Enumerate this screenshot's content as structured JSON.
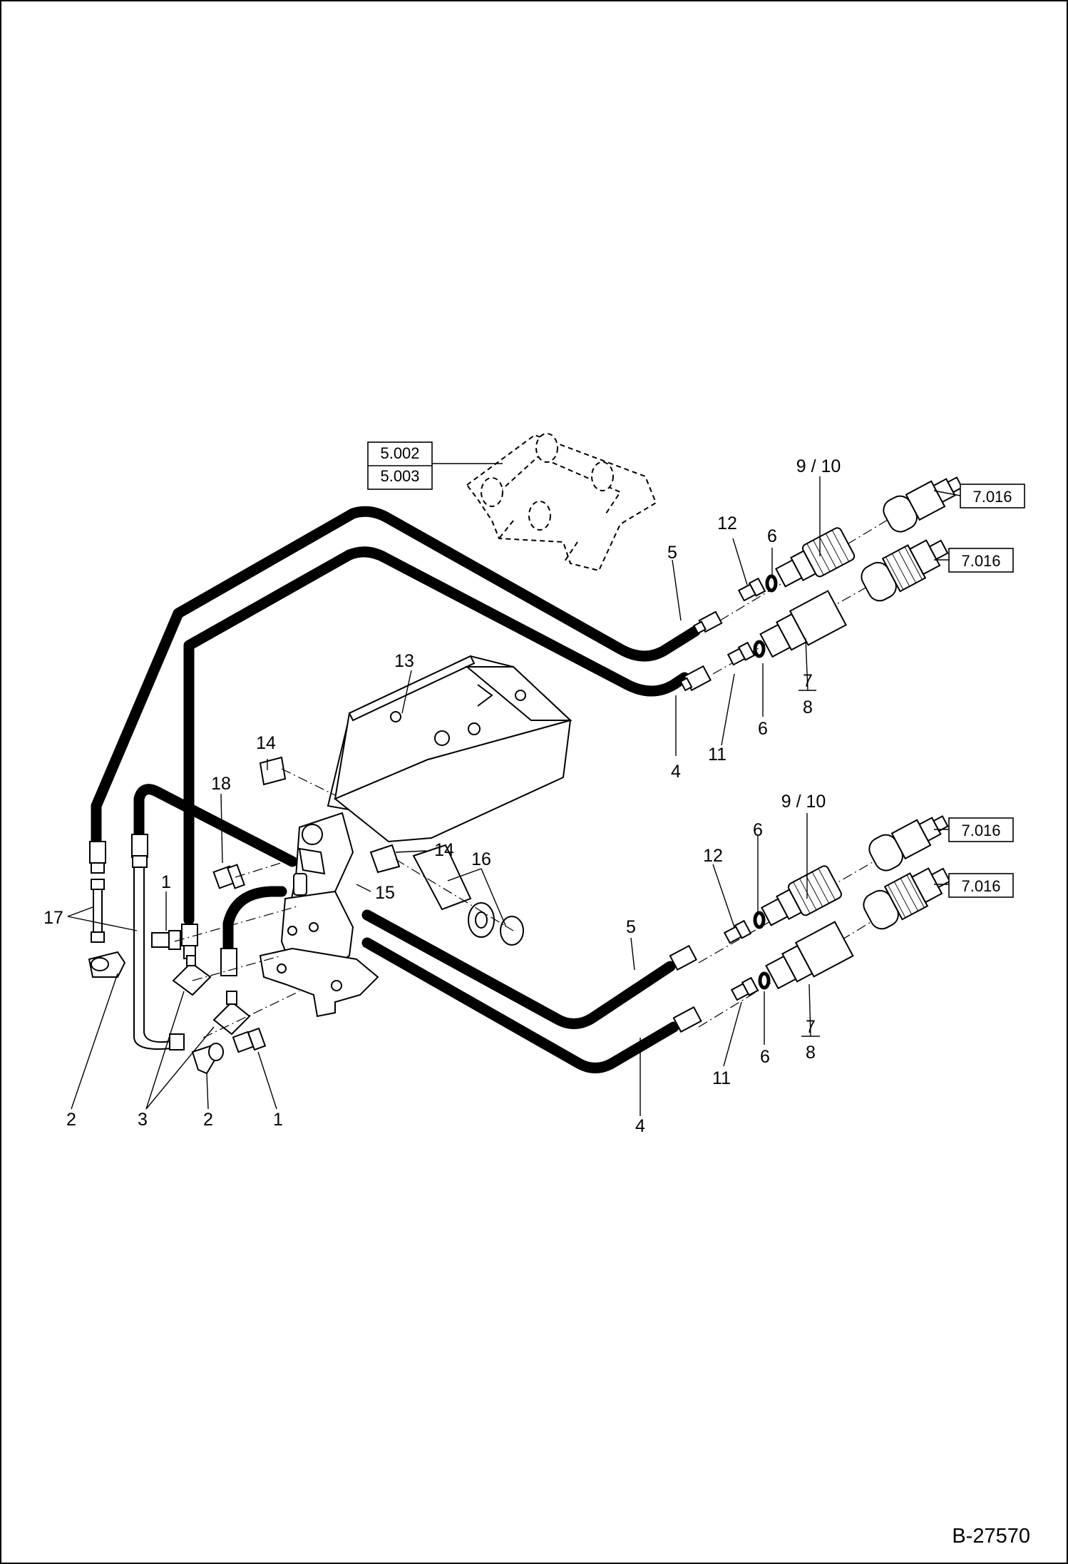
{
  "drawing": {
    "code": "B-27570",
    "references": {
      "bracket_top": "5.002",
      "bracket_bottom": "5.003",
      "coupling_ref": "7.016"
    },
    "labels": {
      "n1": "1",
      "n2": "2",
      "n3": "3",
      "n4": "4",
      "n5": "5",
      "n6": "6",
      "n7": "7",
      "n8": "8",
      "n9_10": "9 / 10",
      "n11": "11",
      "n12": "12",
      "n13": "13",
      "n14": "14",
      "n15": "15",
      "n16": "16",
      "n17": "17",
      "n18": "18"
    }
  }
}
